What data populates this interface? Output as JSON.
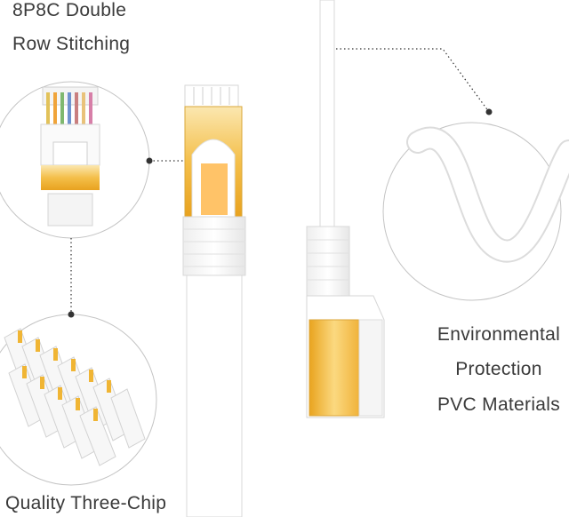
{
  "labels": {
    "top_left_line1": "8P8C Double",
    "top_left_line2": "Row Stitching",
    "right_line1": "Environmental",
    "right_line2": "Protection",
    "right_line3": "PVC Materials",
    "bottom_left": "Quality Three-Chip"
  },
  "colors": {
    "cable": "#ffffff",
    "outline": "#d8d8d8",
    "gold": "#f2b534",
    "gold_light": "#fbe3a4",
    "dots": "#333333",
    "circle": "#bfbfbf"
  }
}
